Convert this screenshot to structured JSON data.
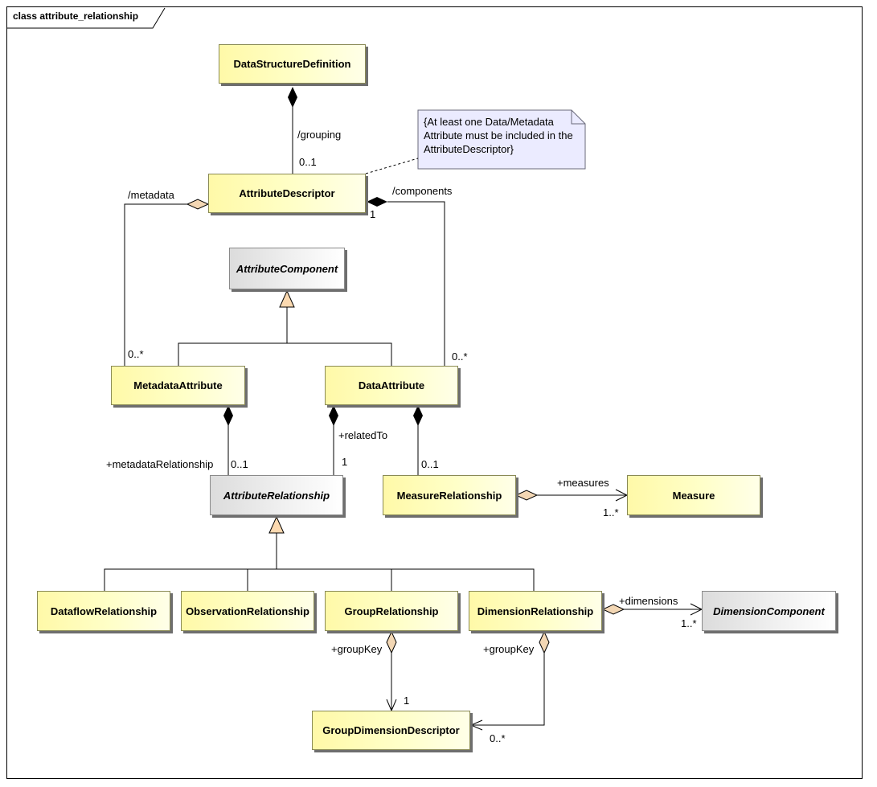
{
  "frame": {
    "title": "class attribute_relationship"
  },
  "classes": {
    "data_structure_definition": "DataStructureDefinition",
    "attribute_descriptor": "AttributeDescriptor",
    "attribute_component": "AttributeComponent",
    "metadata_attribute": "MetadataAttribute",
    "data_attribute": "DataAttribute",
    "attribute_relationship": "AttributeRelationship",
    "measure_relationship": "MeasureRelationship",
    "measure": "Measure",
    "dataflow_relationship": "DataflowRelationship",
    "observation_relationship": "ObservationRelationship",
    "group_relationship": "GroupRelationship",
    "dimension_relationship": "DimensionRelationship",
    "dimension_component": "DimensionComponent",
    "group_dimension_descriptor": "GroupDimensionDescriptor"
  },
  "note": {
    "line1": "{At least one Data/Metadata",
    "line2": "Attribute must be included in the",
    "line3": "AttributeDescriptor}"
  },
  "labels": {
    "grouping": "/grouping",
    "grouping_mult": "0..1",
    "metadata": "/metadata",
    "metadata_mult": "0..*",
    "components": "/components",
    "components_src_mult": "1",
    "components_mult": "0..*",
    "metadata_relationship": "+metadataRelationship",
    "metadata_relationship_mult": "0..1",
    "related_to": "+relatedTo",
    "related_to_mult": "1",
    "measure_rel_mult": "0..1",
    "measures": "+measures",
    "measures_mult": "1..*",
    "dimensions": "+dimensions",
    "dimensions_mult": "1..*",
    "group_key_1": "+groupKey",
    "group_key_1_mult": "1",
    "group_key_2": "+groupKey",
    "group_key_2_mult": "0..*"
  },
  "colors": {
    "class_fill": "#fffbb0",
    "abstract_fill": "#eeeeee",
    "note_fill": "#ebebff",
    "composition": "#000000",
    "aggregation": "#f3d7b4",
    "generalization": "#fbd9b0"
  }
}
